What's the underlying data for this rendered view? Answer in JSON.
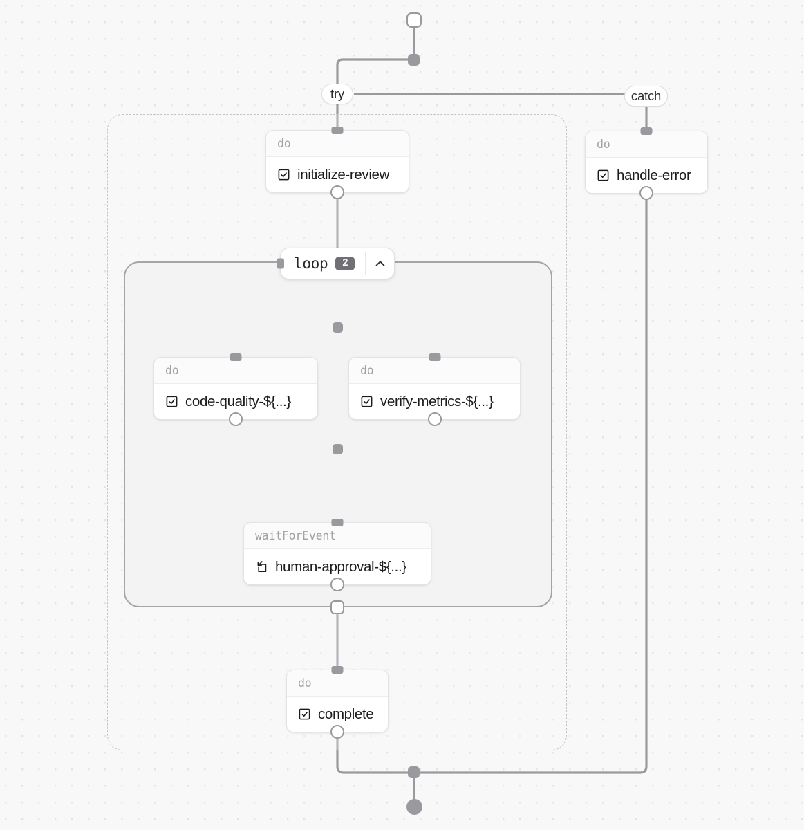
{
  "diagram": {
    "title": "workflow-graph",
    "background": "#f8f8f8",
    "edge_color": "#9a9a9e",
    "accent_badge_color": "#6f6f74"
  },
  "start_node": {
    "name": "start"
  },
  "end_node": {
    "name": "end"
  },
  "branch_nodes": {
    "try": {
      "label": "try"
    },
    "catch": {
      "label": "catch"
    }
  },
  "loop_node": {
    "label": "loop",
    "iterations": "2",
    "toggle_icon": "chevron-up-icon"
  },
  "tasks": [
    {
      "id": "initialize-review",
      "kind": "do",
      "label": "initialize-review",
      "icon": "checkbox-check-icon"
    },
    {
      "id": "handle-error",
      "kind": "do",
      "label": "handle-error",
      "icon": "checkbox-check-icon"
    },
    {
      "id": "code-quality",
      "kind": "do",
      "label": "code-quality-${...}",
      "icon": "checkbox-check-icon"
    },
    {
      "id": "verify-metrics",
      "kind": "do",
      "label": "verify-metrics-${...}",
      "icon": "checkbox-check-icon"
    },
    {
      "id": "human-approval",
      "kind": "waitForEvent",
      "label": "human-approval-${...}",
      "icon": "enter-box-icon"
    },
    {
      "id": "complete",
      "kind": "do",
      "label": "complete",
      "icon": "checkbox-check-icon"
    }
  ]
}
